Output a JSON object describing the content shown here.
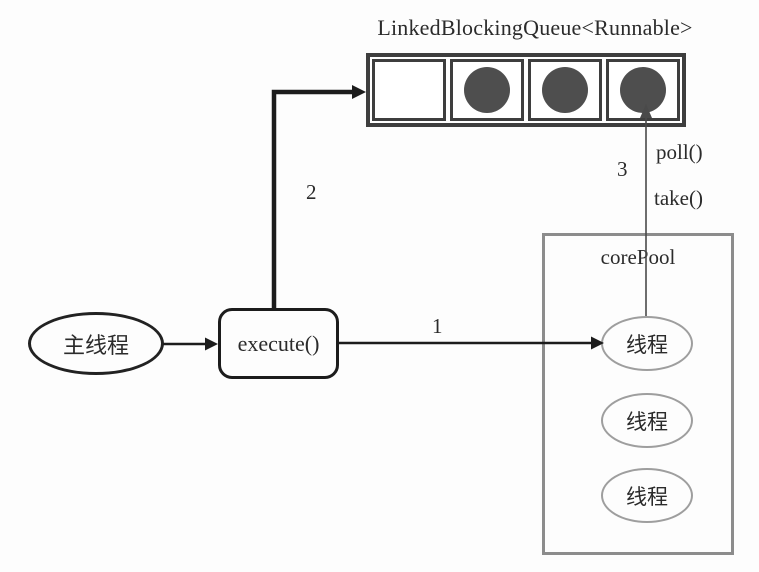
{
  "diagram": {
    "queue": {
      "title": "LinkedBlockingQueue<Runnable>",
      "cells": [
        {
          "filled": false
        },
        {
          "filled": true
        },
        {
          "filled": true
        },
        {
          "filled": true
        }
      ]
    },
    "nodes": {
      "main_thread": "主线程",
      "execute": "execute()",
      "core_pool": "corePool",
      "threads": [
        "线程",
        "线程",
        "线程"
      ]
    },
    "edges": {
      "step_1": "1",
      "step_2": "2",
      "step_3": "3",
      "poll": "poll()",
      "take": "take()"
    },
    "colors": {
      "line": "#1c1c1c",
      "thin_line": "#4a4a4a",
      "queue_border": "#3e3e3e",
      "task_fill": "#4e4e4e",
      "pool_border": "#8c8c8c",
      "thread_border": "#9e9e9e",
      "text": "#2b2b2b",
      "bg": "#fdfdfd"
    }
  }
}
